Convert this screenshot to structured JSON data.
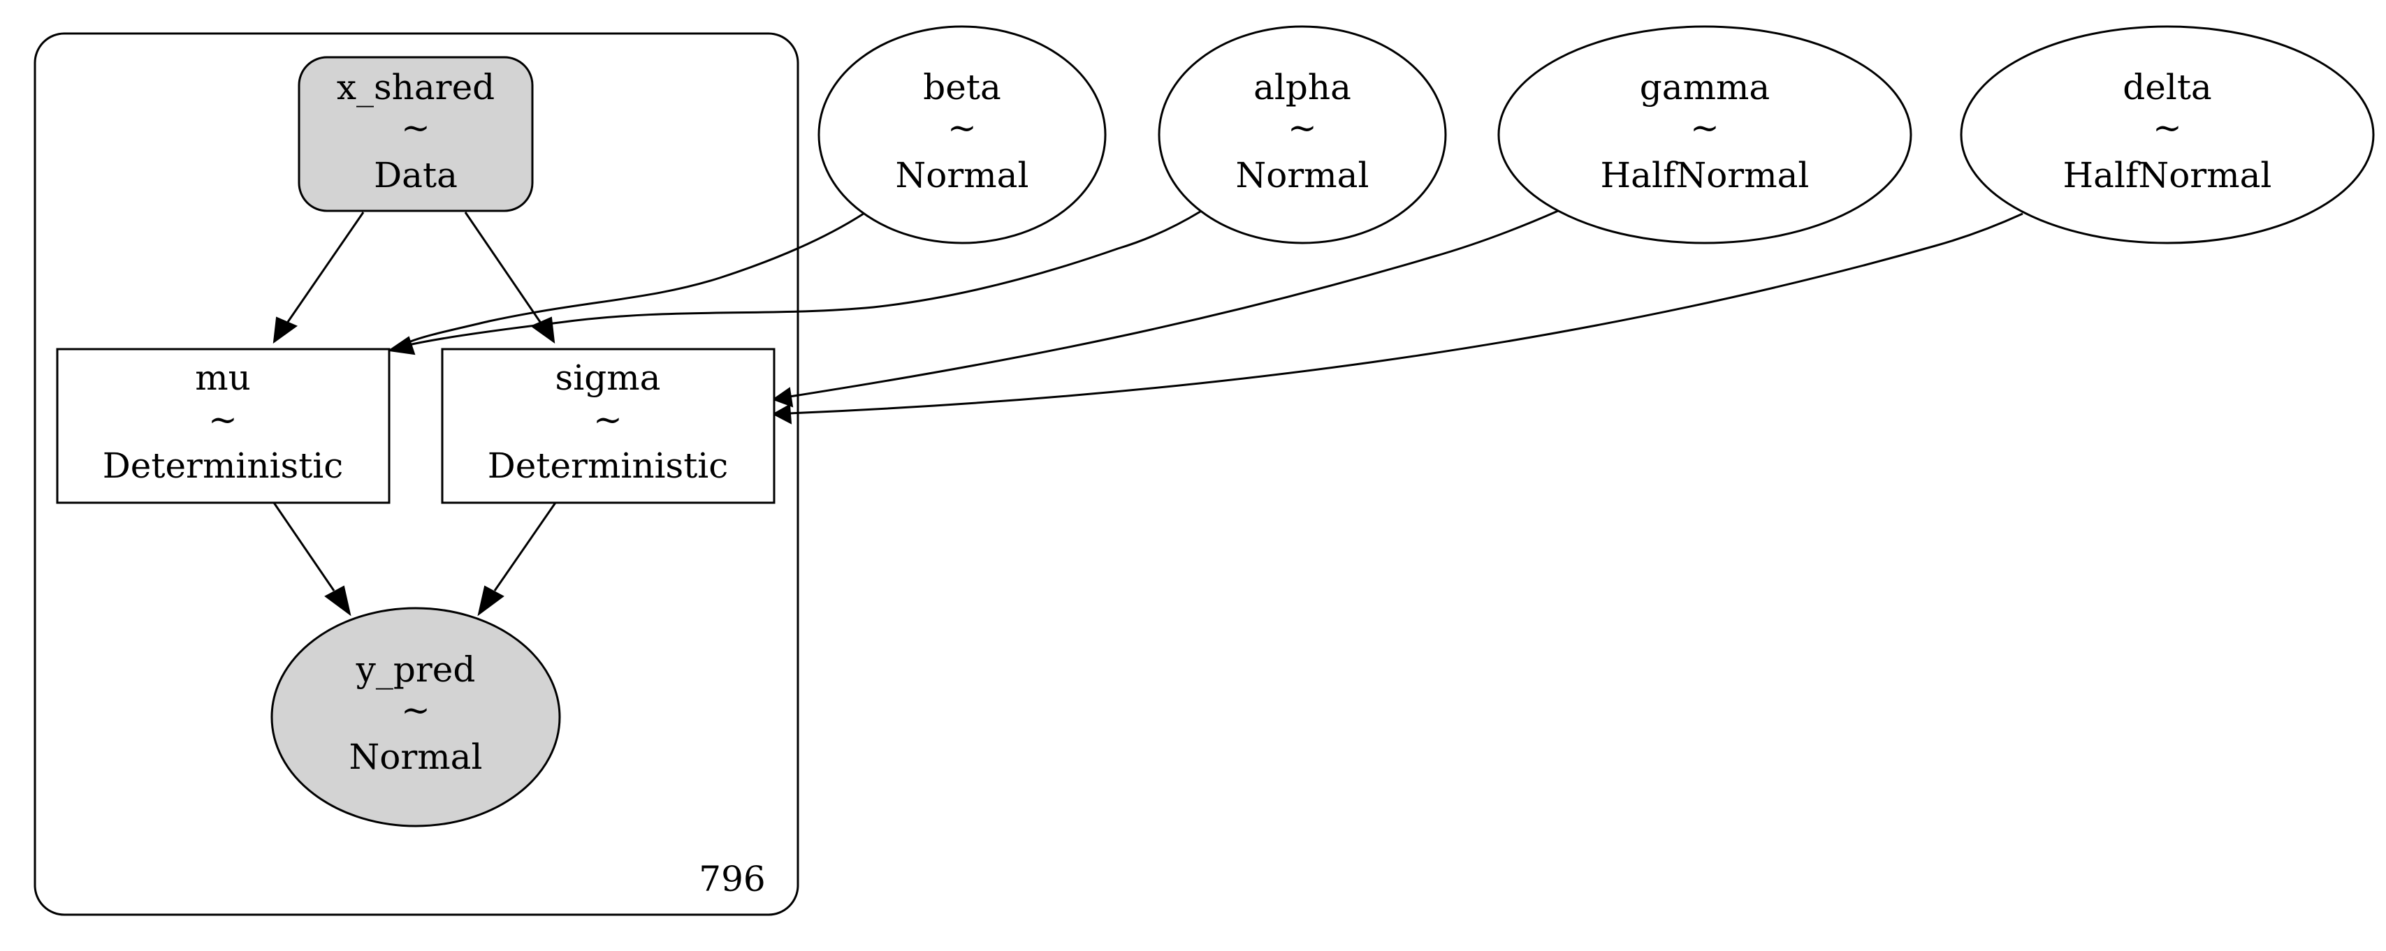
{
  "plate": {
    "label": "796"
  },
  "nodes": {
    "x_shared": {
      "name": "x_shared",
      "tilde": "~",
      "dist": "Data"
    },
    "beta": {
      "name": "beta",
      "tilde": "~",
      "dist": "Normal"
    },
    "alpha": {
      "name": "alpha",
      "tilde": "~",
      "dist": "Normal"
    },
    "gamma": {
      "name": "gamma",
      "tilde": "~",
      "dist": "HalfNormal"
    },
    "delta": {
      "name": "delta",
      "tilde": "~",
      "dist": "HalfNormal"
    },
    "mu": {
      "name": "mu",
      "tilde": "~",
      "dist": "Deterministic"
    },
    "sigma": {
      "name": "sigma",
      "tilde": "~",
      "dist": "Deterministic"
    },
    "y_pred": {
      "name": "y_pred",
      "tilde": "~",
      "dist": "Normal"
    }
  },
  "colors": {
    "observed_fill": "#d3d3d3",
    "stroke": "#000000",
    "background": "#ffffff"
  },
  "edges": [
    {
      "from": "x_shared",
      "to": "mu"
    },
    {
      "from": "x_shared",
      "to": "sigma"
    },
    {
      "from": "beta",
      "to": "mu"
    },
    {
      "from": "alpha",
      "to": "mu"
    },
    {
      "from": "gamma",
      "to": "sigma"
    },
    {
      "from": "delta",
      "to": "sigma"
    },
    {
      "from": "mu",
      "to": "y_pred"
    },
    {
      "from": "sigma",
      "to": "y_pred"
    }
  ]
}
